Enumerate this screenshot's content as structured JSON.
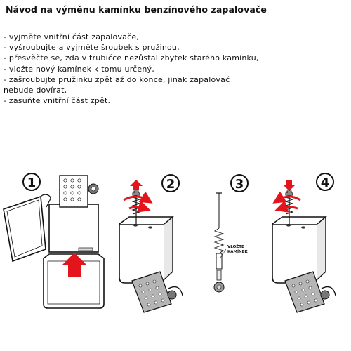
{
  "document": {
    "title": "Návod na výměnu kamínku benzínového zapalovače",
    "steps": [
      "- vyjměte vnitřní část zapalovače,",
      "- vyšroubujte a vyjměte šroubek s pružinou,",
      "- přesvěčte se, zda v trubičce nezůstal zbytek starého kamínku,",
      "- vložte nový kamínek k tomu určený,",
      "- zašroubujte pružinku zpět až do konce, jinak zapalovač",
      "nebude dovírat,",
      "- zasuňte vnitřní část zpět."
    ]
  },
  "diagram": {
    "step_numbers": [
      "1",
      "2",
      "3",
      "4"
    ],
    "insert_label_line1": "VLOŽTE",
    "insert_label_line2": "KAMÍNEK",
    "colors": {
      "arrow": "#e3141b",
      "outline": "#111111",
      "fill": "#ffffff",
      "shade": "#9a9a9a"
    },
    "icons": [
      "lighter-open-icon",
      "lighter-insert-remove-screw-icon",
      "spring-flint-icon",
      "lighter-insert-tighten-screw-icon"
    ]
  }
}
